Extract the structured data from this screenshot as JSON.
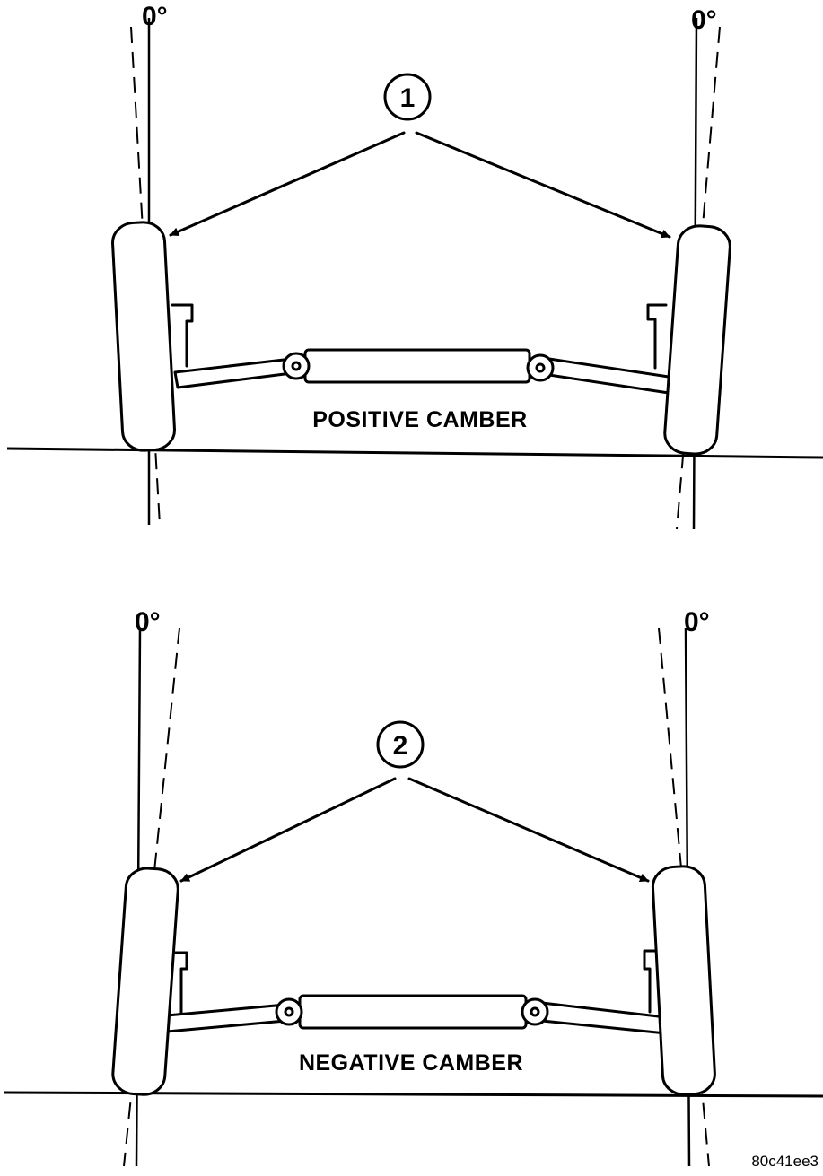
{
  "diagram": {
    "top_panel": {
      "caption": "POSITIVE CAMBER",
      "left_angle_label": "0°",
      "right_angle_label": "0°",
      "callout": "1"
    },
    "bottom_panel": {
      "caption": "NEGATIVE CAMBER",
      "left_angle_label": "0°",
      "right_angle_label": "0°",
      "callout": "2"
    },
    "figure_id": "80c41ee3"
  }
}
